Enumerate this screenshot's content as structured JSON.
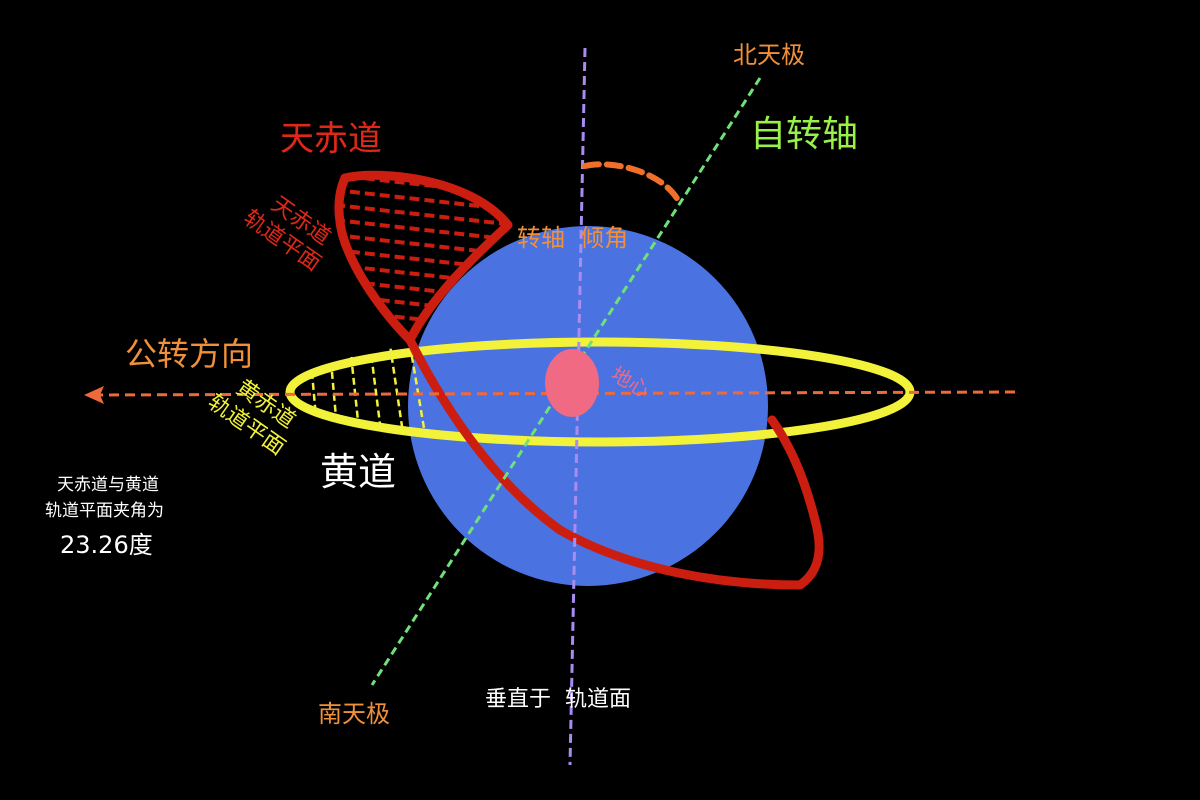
{
  "labels": {
    "north_pole": "北天极",
    "south_pole": "南天极",
    "rotation_axis": "自转轴",
    "celestial_equator": "天赤道",
    "celestial_equator_plane": [
      "天赤道",
      "轨道平面"
    ],
    "revolution_direction": "公转方向",
    "ecliptic_plane": [
      "黄赤道",
      "轨道平面"
    ],
    "ecliptic": "黄道",
    "axial_tilt": "转轴  倾角",
    "earth_center": "地心",
    "perpendicular": "垂直于  轨道面",
    "angle_note": [
      "天赤道与黄道",
      "轨道平面夹角为"
    ],
    "angle_value": "23.26度"
  },
  "colors": {
    "background": "#000000",
    "earth": "#4a72e0",
    "core": "#f06a84",
    "equator": "#cc1e10",
    "ecliptic": "#f2f23a",
    "axis": "#6fe07a",
    "perpendicular": "#a88cf0",
    "revolution": "#ee6a3a",
    "tilt_arc": "#f0702a",
    "label_orange": "#f0903a",
    "label_green": "#9af04a",
    "label_white": "#ffffff"
  }
}
